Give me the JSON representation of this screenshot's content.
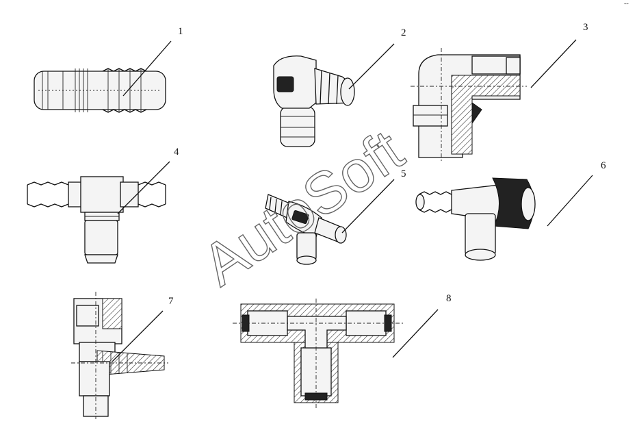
{
  "watermark": "AutoSoft",
  "callouts": [
    "1",
    "2",
    "3",
    "4",
    "5",
    "6",
    "7",
    "8"
  ],
  "corner_mark": "˜˜"
}
